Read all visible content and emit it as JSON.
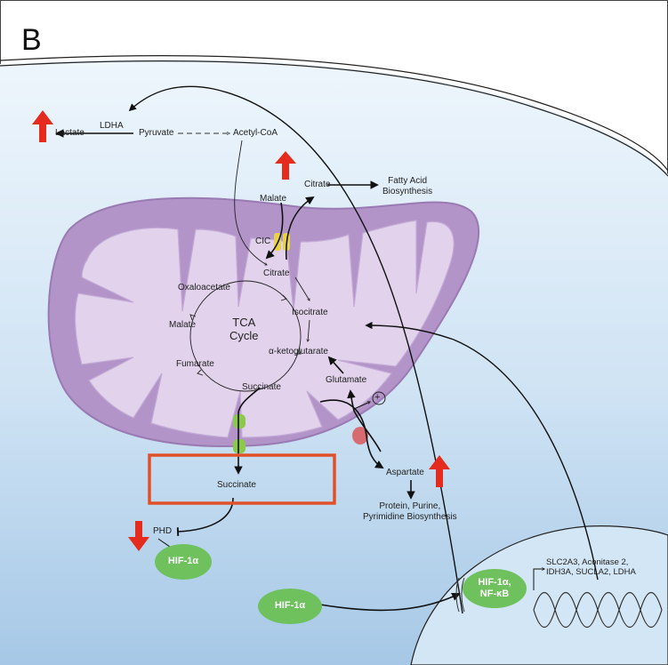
{
  "panel_letter": "B",
  "labels": {
    "ldha_top": "LDHA",
    "lactate": "Lactate",
    "pyruvate": "Pyruvate",
    "acetyl_coa": "Acetyl-CoA",
    "malate_out": "Malate",
    "citrate_out": "Citrate",
    "fatty_acid": "Fatty Acid\nBiosynthesis",
    "cic": "CIC",
    "citrate_in": "Citrate",
    "oxaloacetate": "Oxaloacetate",
    "tca_cycle": "TCA\nCycle",
    "isocitrate": "Isocitrate",
    "malate_in": "Malate",
    "akg": "α-ketoglutarate",
    "fumarate": "Fumarate",
    "succinate_in": "Succinate",
    "glutamate": "Glutamate",
    "succinate_out": "Succinate",
    "aspartate": "Aspartate",
    "protein": "Protein, Purine,\nPyrimidine Biosynthesis",
    "phd": "PHD",
    "hif1a_left": "HIF-1α",
    "hif1a_bottom": "HIF-1α",
    "hif_nfkb": "HIF-1α,\nNF-κB",
    "genes": "SLC2A3, Aconitase 2,\nIDH3A, SUCLA2, LDHA",
    "plus": "+"
  },
  "colors": {
    "background_top": "#ffffff",
    "cytoplasm_light": "#e6f1fa",
    "cytoplasm_dark": "#a9cbe8",
    "mito_outer": "#b294c8",
    "mito_inner": "#e2d2ec",
    "up_arrow": "#e52b1e",
    "highlight_box": "#e0502a",
    "hif_green": "#6ec15d",
    "transporter_yellow": "#e8d24a",
    "transporter_green": "#8cc84b",
    "transporter_red": "#d86a72"
  }
}
